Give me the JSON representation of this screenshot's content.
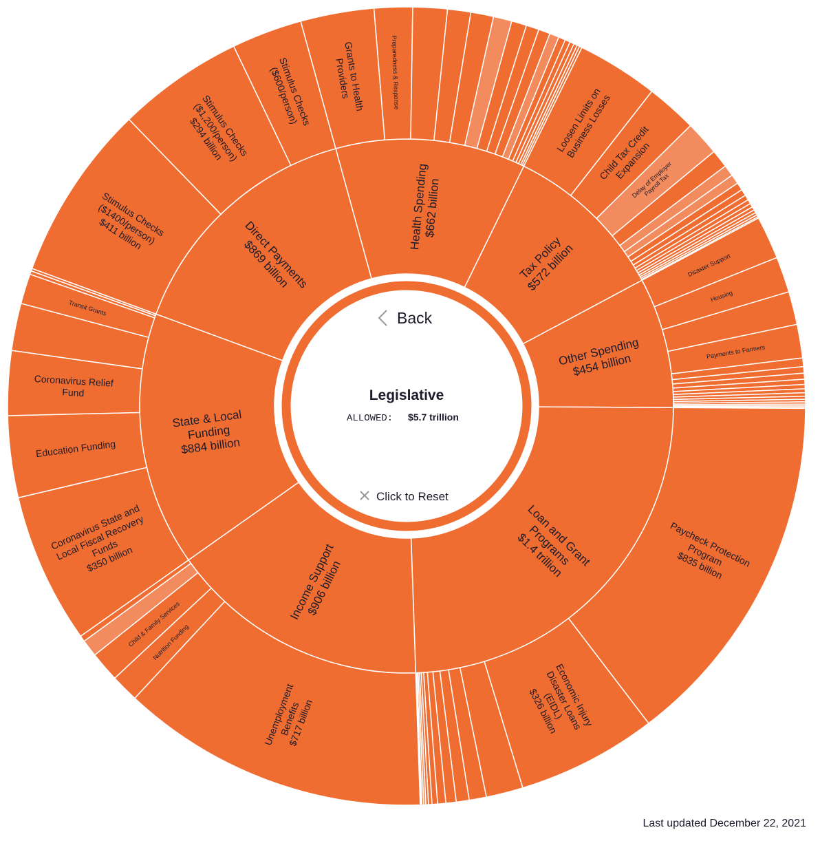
{
  "colors": {
    "primary": "#ef6d31",
    "light": "#f28b5e",
    "text": "#1c1b2b"
  },
  "center": {
    "back_label": "Back",
    "title": "Legislative",
    "allowed_label": "ALLOWED:",
    "allowed_value": "$5.7 trillion",
    "reset_label": "Click to Reset"
  },
  "footer": {
    "last_updated": "Last updated December 22, 2021"
  },
  "chart_data": {
    "type": "sunburst",
    "title": "Legislative",
    "unit": "billion USD",
    "total": 5747,
    "segments": [
      {
        "label": [
          "Health Spending",
          "$662 billion"
        ],
        "value": 662,
        "children": [
          {
            "label": [
              "Grants to Health",
              "Providers"
            ],
            "value": 171
          },
          {
            "label": [
              "Preparedness & Response"
            ],
            "value": 89,
            "minor_label": true
          },
          {
            "value": 80
          },
          {
            "value": 54
          },
          {
            "value": 53
          },
          {
            "value": 43,
            "shade": "light"
          },
          {
            "value": 35
          },
          {
            "value": 30
          },
          {
            "value": 27
          },
          {
            "value": 22,
            "shade": "light"
          },
          {
            "value": 16
          },
          {
            "value": 12
          },
          {
            "value": 10
          },
          {
            "value": 8
          },
          {
            "value": 6
          },
          {
            "value": 6
          }
        ]
      },
      {
        "label": [
          "Tax Policy",
          "$572 billion"
        ],
        "value": 572,
        "children": [
          {
            "label": [
              "Loosen Limits on",
              "Business Losses"
            ],
            "value": 189
          },
          {
            "label": [
              "Child Tax Credit",
              "Expansion"
            ],
            "value": 118
          },
          {
            "label": [
              "Delay of Employer",
              "Payroll Tax"
            ],
            "value": 80,
            "shade": "light",
            "minor_label": true
          },
          {
            "value": 42
          },
          {
            "value": 26,
            "shade": "light"
          },
          {
            "value": 22,
            "shade": "light"
          },
          {
            "value": 18
          },
          {
            "value": 15
          },
          {
            "value": 12
          },
          {
            "value": 10
          },
          {
            "value": 9
          },
          {
            "value": 8
          },
          {
            "value": 7
          },
          {
            "value": 6
          },
          {
            "value": 5
          },
          {
            "value": 3
          }
        ]
      },
      {
        "label": [
          "Other Spending",
          "$454 billion"
        ],
        "value": 454,
        "children": [
          {
            "label": [
              "Disaster Support"
            ],
            "value": 100,
            "minor_label": true
          },
          {
            "label": [
              "Housing"
            ],
            "value": 83,
            "minor_label": true
          },
          {
            "value": 77
          },
          {
            "label": [
              "Payments to Farmers"
            ],
            "value": 78,
            "minor_label": true
          },
          {
            "value": 20
          },
          {
            "value": 15
          },
          {
            "value": 14
          },
          {
            "value": 12
          },
          {
            "value": 10
          },
          {
            "value": 9
          },
          {
            "value": 8
          },
          {
            "value": 7
          },
          {
            "value": 6
          },
          {
            "value": 5
          },
          {
            "value": 4
          },
          {
            "value": 3
          },
          {
            "value": 3
          }
        ]
      },
      {
        "label": [
          "Loan and Grant",
          "Programs",
          "$1.4 trillion"
        ],
        "value": 1400,
        "children": [
          {
            "label": [
              "Paycheck Protection",
              "Program",
              "$835 billion"
            ],
            "value": 835
          },
          {
            "label": [
              "Economic Injury",
              "Disaster Loans",
              "(EIDL)",
              "$326 billion"
            ],
            "value": 326
          },
          {
            "value": 86
          },
          {
            "value": 40
          },
          {
            "value": 30
          },
          {
            "value": 24
          },
          {
            "value": 19
          },
          {
            "value": 13
          },
          {
            "value": 8
          },
          {
            "value": 6
          },
          {
            "value": 5,
            "shade": "light"
          },
          {
            "value": 4
          },
          {
            "value": 2
          },
          {
            "value": 2
          }
        ]
      },
      {
        "label": [
          "Income Support",
          "$906 billion"
        ],
        "value": 906,
        "children": [
          {
            "label": [
              "Unemployment",
              "Benefits",
              "$717 billion"
            ],
            "value": 717
          },
          {
            "label": [
              "Nutrition Funding"
            ],
            "value": 65,
            "minor_label": true
          },
          {
            "label": [
              "Child & Family Services"
            ],
            "value": 70,
            "minor_label": true
          },
          {
            "value": 40,
            "shade": "light"
          },
          {
            "value": 14
          }
        ]
      },
      {
        "label": [
          "State & Local",
          "Funding",
          "$884 billion"
        ],
        "value": 884,
        "children": [
          {
            "label": [
              "Coronavirus State and",
              "Local Fiscal Recovery",
              "Funds",
              "$350 billion"
            ],
            "value": 350
          },
          {
            "label": [
              "Education Funding"
            ],
            "value": 190
          },
          {
            "label": [
              "Coronavirus Relief",
              "Fund"
            ],
            "value": 150
          },
          {
            "value": 110
          },
          {
            "label": [
              "Transit Grants"
            ],
            "value": 70,
            "minor_label": true
          },
          {
            "value": 8
          },
          {
            "value": 6
          }
        ]
      },
      {
        "label": [
          "Direct Payments",
          "$869 billion"
        ],
        "value": 869,
        "children": [
          {
            "label": [
              "Stimulus Checks",
              "($1400/person)",
              "$411 billion"
            ],
            "value": 411
          },
          {
            "label": [
              "Stimulus Checks",
              "($1,200/person)",
              "$294 billion"
            ],
            "value": 294
          },
          {
            "label": [
              "Stimulus Checks",
              "($600/person)"
            ],
            "value": 164
          }
        ]
      }
    ]
  }
}
